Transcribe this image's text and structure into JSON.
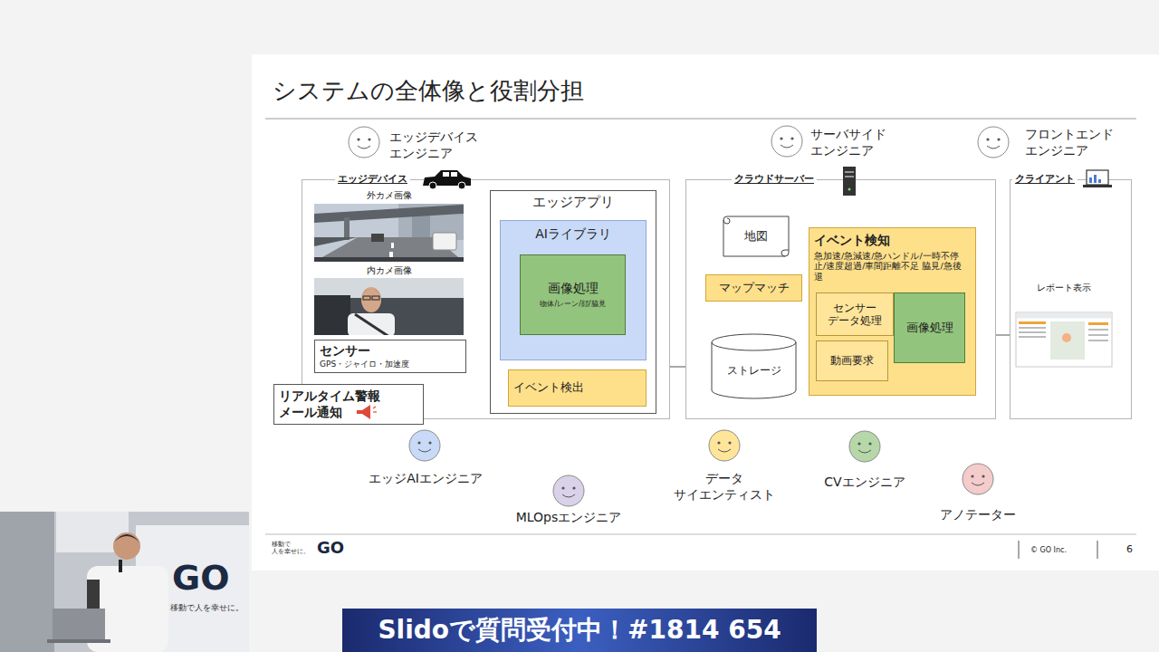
{
  "diagram": {
    "title": "システムの全体像と役割分担",
    "nodes": [
      {
        "text": [
          "エッジデバイス"
        ]
      },
      {
        "text": [
          "外カメ画像"
        ],
        "in": 0
      },
      {
        "text": [
          "内カメ画像"
        ],
        "in": 0
      },
      {
        "text": [
          "センサー",
          "GPS・ジャイロ・加速度"
        ],
        "in": 0
      },
      {
        "text": [
          "エッジアプリ"
        ],
        "in": 0
      },
      {
        "text": [
          "AIライブラリ"
        ],
        "in": 4
      },
      {
        "text": [
          "画像処理",
          "物体/レーン/顔/脇見"
        ],
        "in": 5
      },
      {
        "text": [
          "イベント検出"
        ],
        "in": 4
      },
      {
        "text": [
          "リアルタイム警報 メール通知"
        ]
      },
      {
        "text": [
          "クラウドサーバー"
        ]
      },
      {
        "text": [
          "地図"
        ],
        "in": 9
      },
      {
        "text": [
          "マップマッチ"
        ],
        "in": 9
      },
      {
        "text": [
          "ストレージ"
        ],
        "in": 9
      },
      {
        "text": [
          "イベント検知",
          "急加速/急減速/急ハンドル/一時不停止/速度超過/車間距離不足 脇見/急後退"
        ],
        "in": 9
      },
      {
        "text": [
          "センサー データ処理"
        ],
        "in": 13
      },
      {
        "text": [
          "動画要求"
        ],
        "in": 13
      },
      {
        "text": [
          "画像処理"
        ],
        "in": 13
      },
      {
        "text": [
          "クライアント"
        ]
      },
      {
        "text": [
          "レポート表示"
        ],
        "in": 17
      }
    ],
    "edges": [
      {
        "from": 1,
        "to": 5,
        "arrow": "to"
      },
      {
        "from": 2,
        "to": 5,
        "arrow": "to"
      },
      {
        "from": 3,
        "to": 5,
        "arrow": "to"
      },
      {
        "from": 7,
        "to": 8,
        "arrow": "to"
      },
      {
        "from": 4,
        "to": 12,
        "arrow": "to"
      },
      {
        "from": 10,
        "to": 11,
        "arrow": "none"
      },
      {
        "from": 11,
        "to": 12,
        "arrow": "to"
      },
      {
        "from": 12,
        "to": 13,
        "arrow": "to"
      },
      {
        "from": 13,
        "to": 18,
        "arrow": "to"
      }
    ],
    "labels": [
      "エッジデバイス エンジニア",
      "サーバサイド エンジニア",
      "フロントエンド エンジニア",
      "エッジAIエンジニア",
      "MLOpsエンジニア",
      "データ サイエンティスト",
      "CVエンジニア",
      "アノテーター",
      "移動で 人を幸せに。",
      "GO",
      "© GO Inc.",
      "6",
      "Slidoで質問受付中！#1814 654",
      "GO",
      "移動で人を幸せに。"
    ]
  }
}
